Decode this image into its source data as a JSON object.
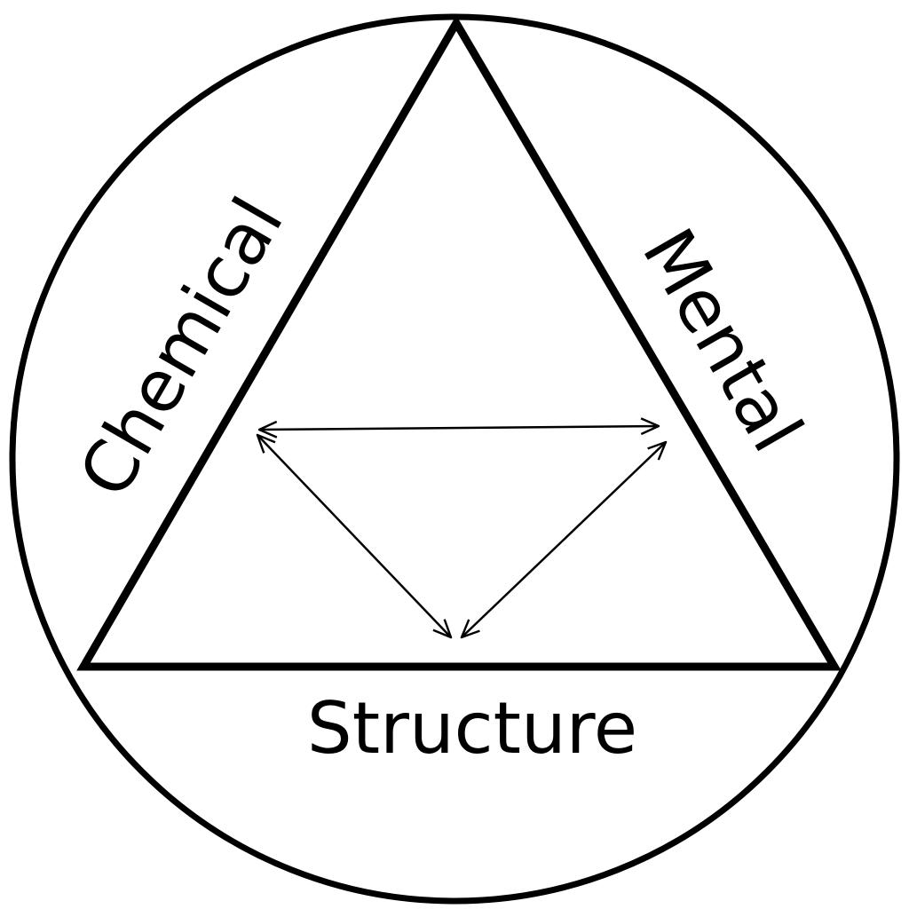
{
  "diagram": {
    "labels": {
      "left_side": "Chemical",
      "right_side": "Mental",
      "base": "Structure"
    },
    "relationships": [
      {
        "from": "Chemical",
        "to": "Mental",
        "direction": "bidirectional"
      },
      {
        "from": "Chemical",
        "to": "Structure",
        "direction": "bidirectional"
      },
      {
        "from": "Mental",
        "to": "Structure",
        "direction": "bidirectional"
      }
    ],
    "colors": {
      "stroke": "#000000",
      "background": "#ffffff"
    }
  }
}
